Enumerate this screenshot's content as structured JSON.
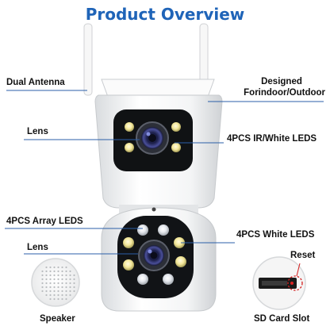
{
  "title": "Product Overview",
  "labels": {
    "dual_antenna": "Dual Antenna",
    "designed": "Designed",
    "indoor_outdoor": "Forindoor/Outdoor",
    "lens_top": "Lens",
    "ir_white_leds": "4PCS IR/White LEDS",
    "array_leds": "4PCS Array LEDS",
    "white_leds": "4PCS White LEDS",
    "lens_bottom": "Lens",
    "reset": "Reset",
    "speaker": "Speaker",
    "sd_card_slot": "SD Card Slot"
  },
  "colors": {
    "title": "#1f64b8",
    "leader_line": "#2b5fa8",
    "reset_circle": "#d42020",
    "body": "#f2f3f4"
  }
}
